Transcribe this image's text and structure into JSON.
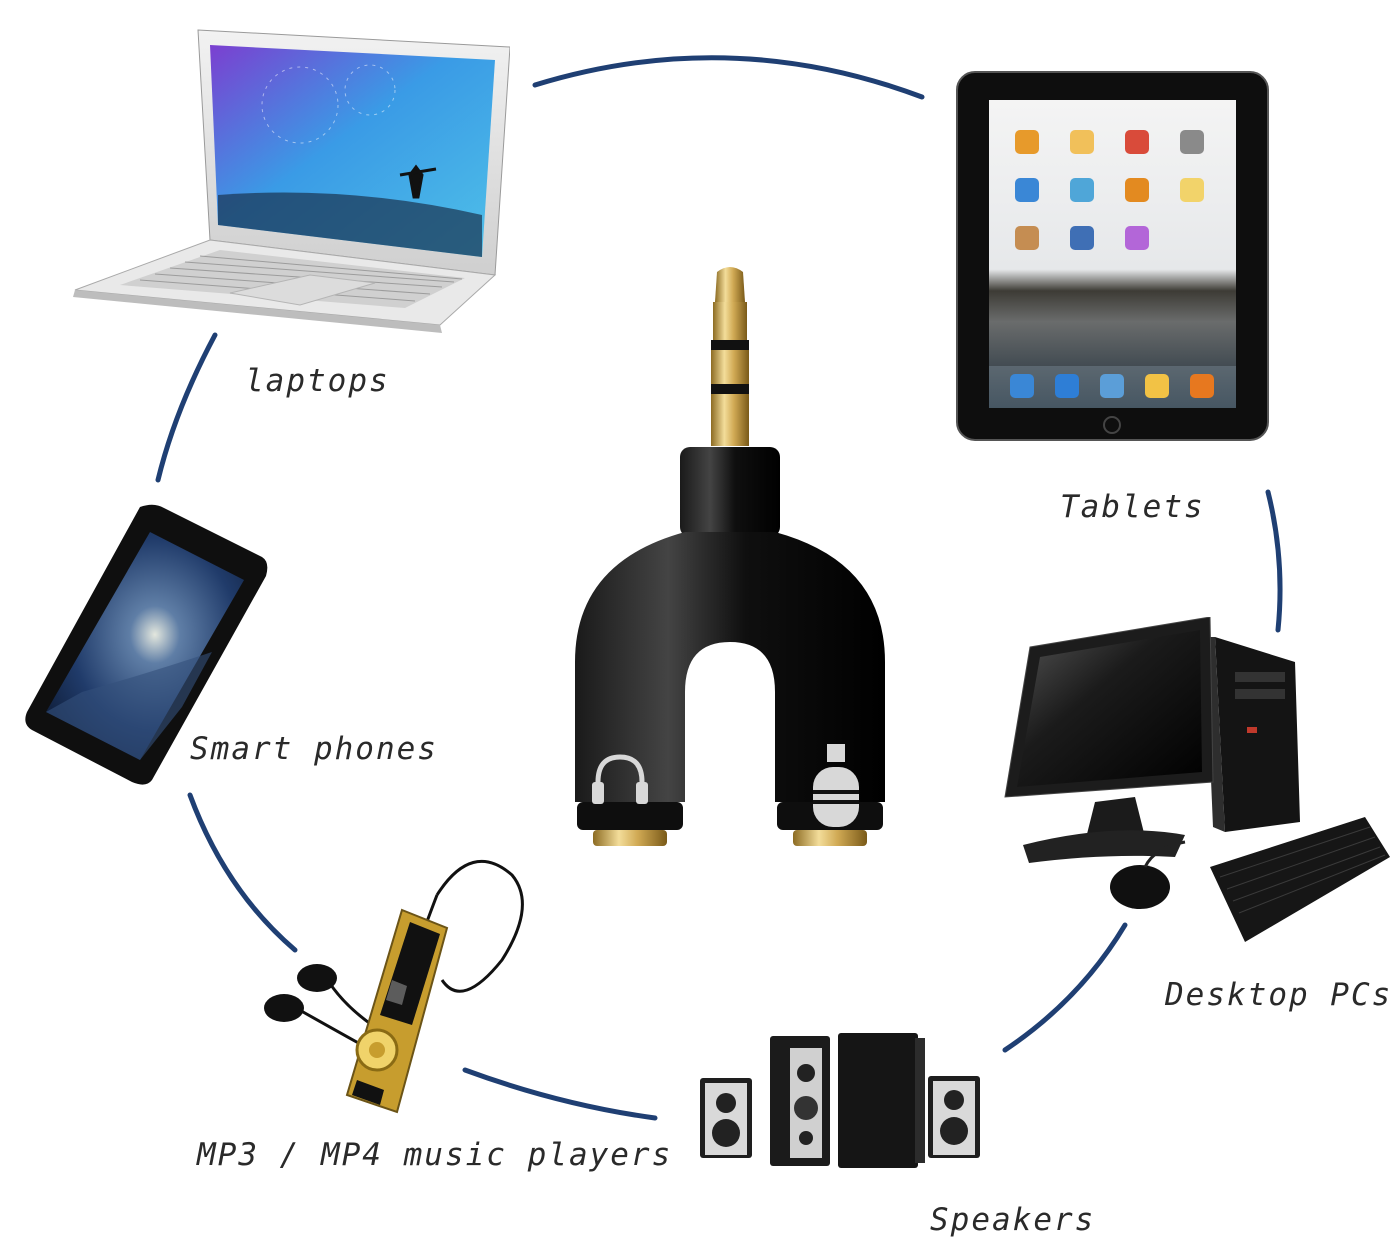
{
  "labels": {
    "laptops": "laptops",
    "tablets": "Tablets",
    "smart_phones": "Smart phones",
    "desktop_pcs": "Desktop PCs",
    "mp3_players": "MP3 / MP4 music players",
    "speakers": "Speakers"
  },
  "colors": {
    "connector_arc": "#1f3f73",
    "adapter_body": "#111111",
    "gold": "#c9a24a",
    "label_text": "#2a2a2a"
  },
  "icons": {
    "left_port": "headphones-icon",
    "right_port": "microphone-icon"
  }
}
